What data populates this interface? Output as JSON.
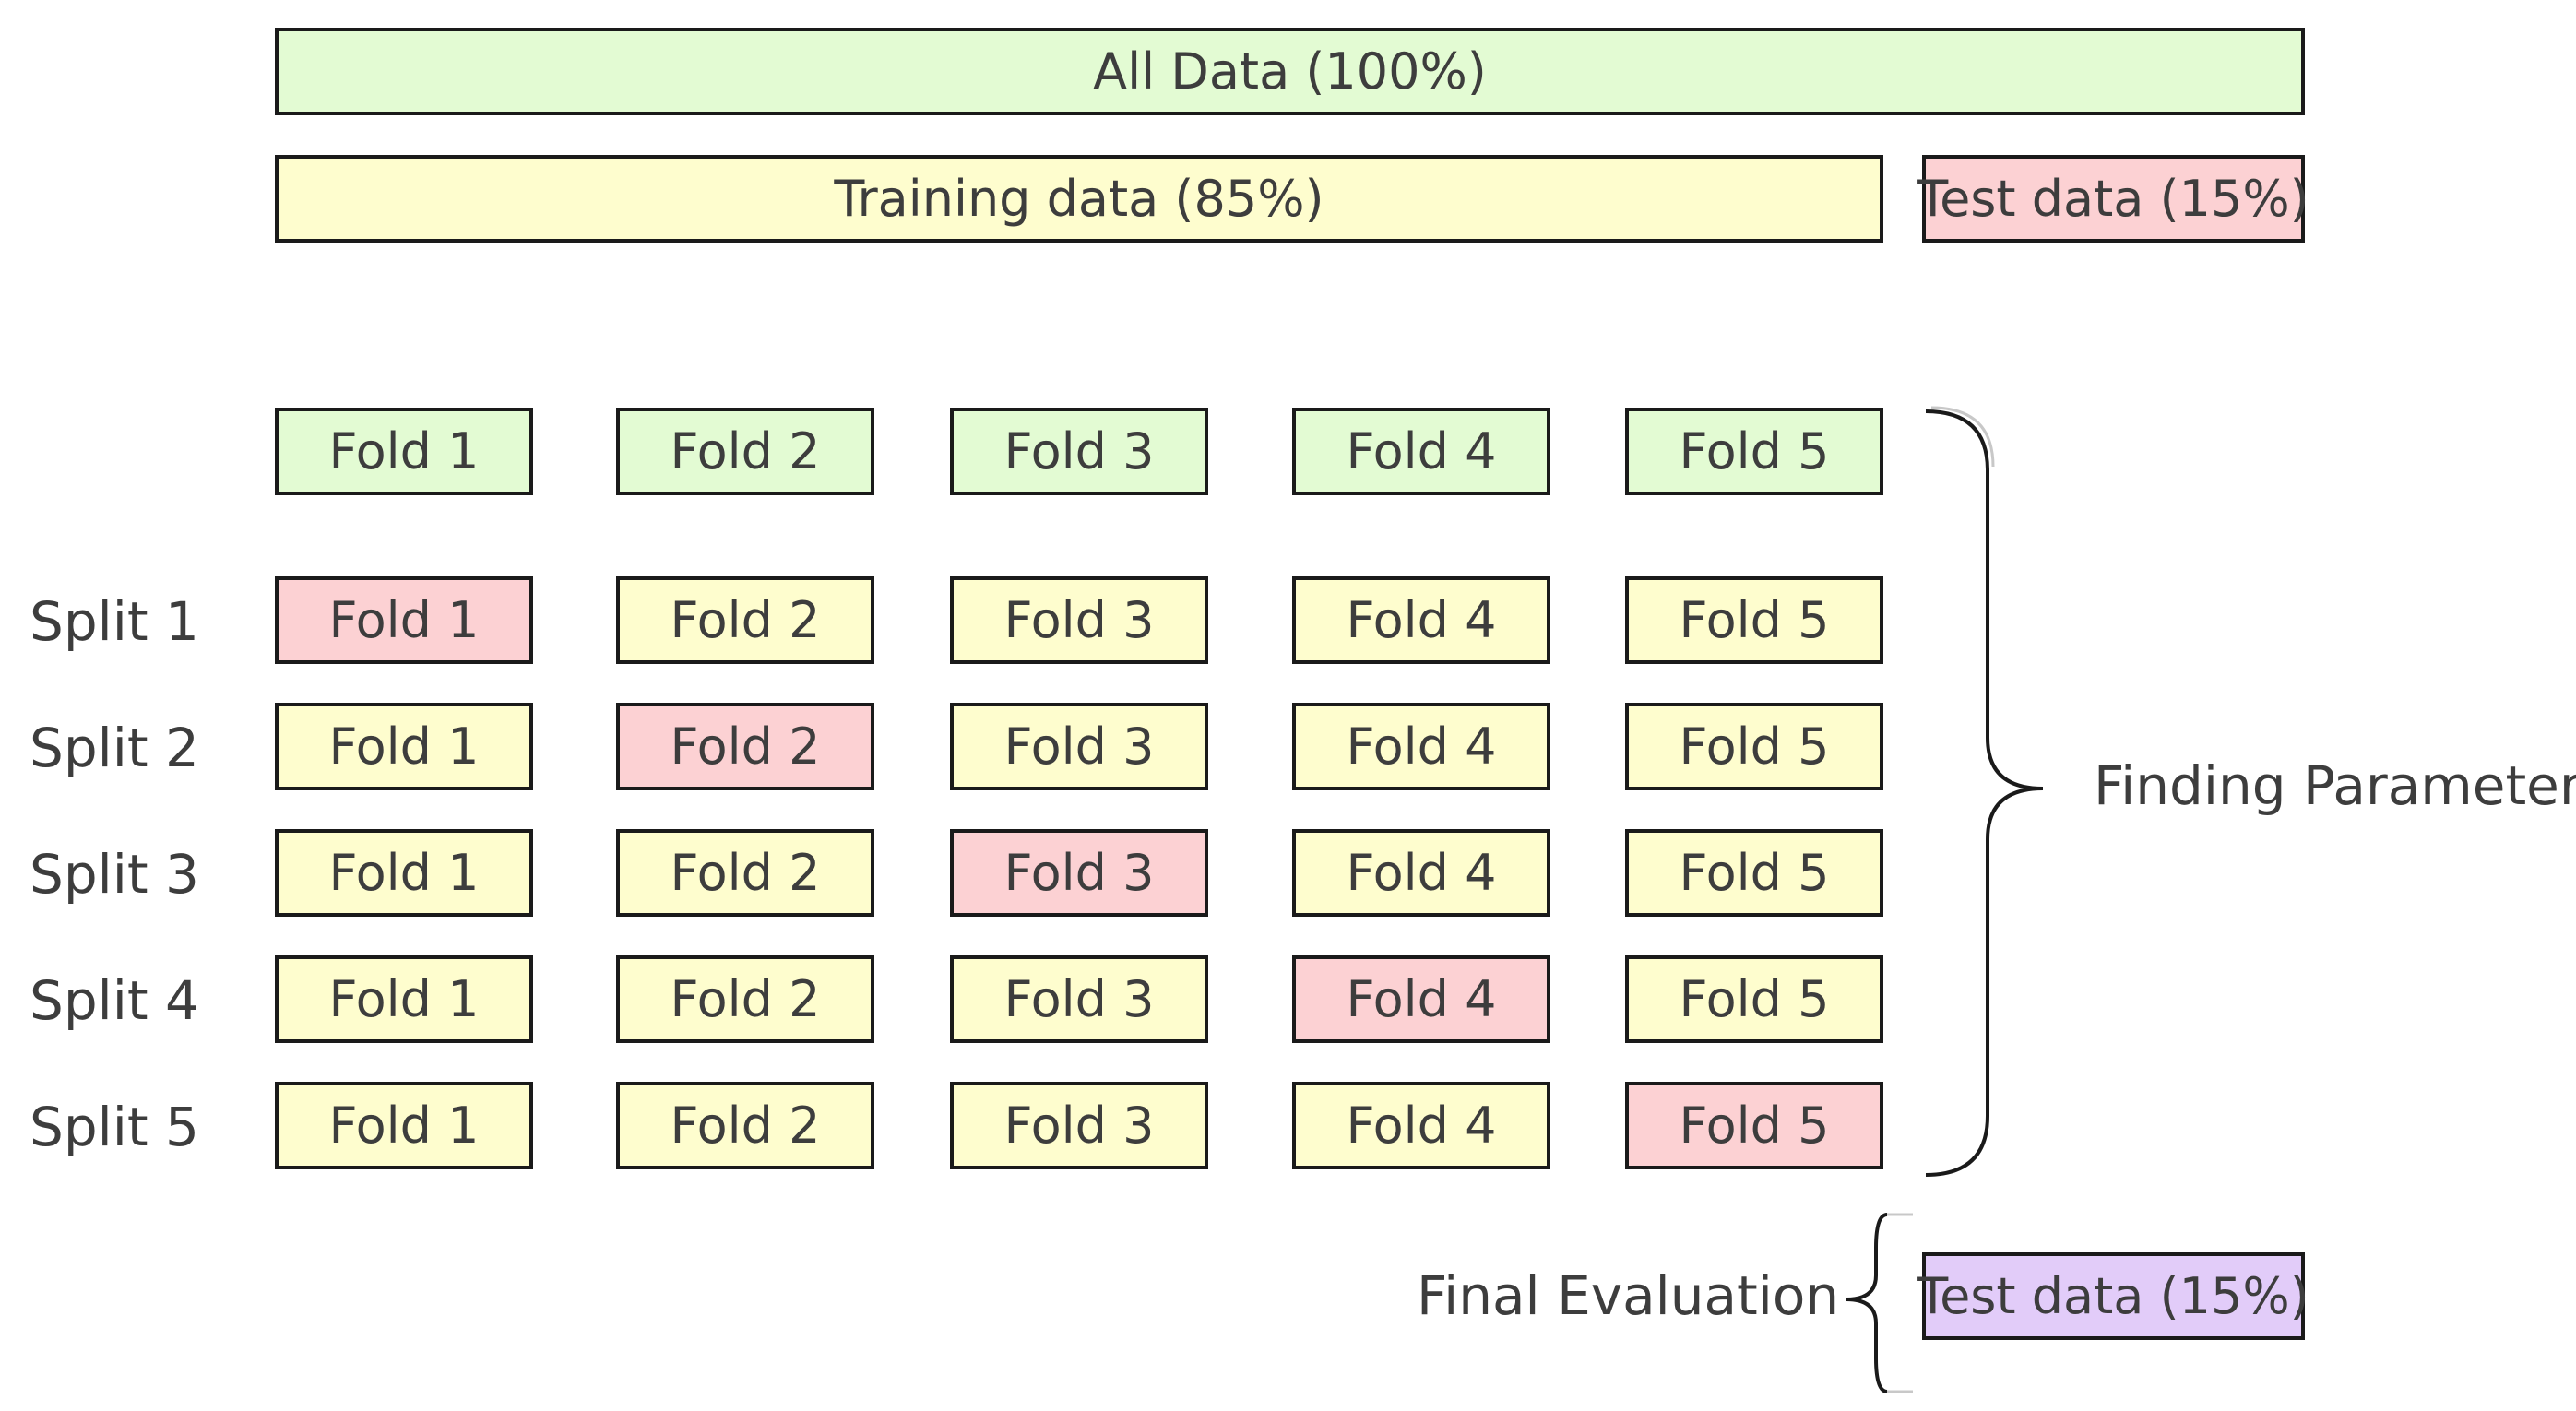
{
  "all_data": "All Data (100%)",
  "training_data": "Training data (85%)",
  "test_data": "Test data (15%)",
  "header_folds": [
    "Fold 1",
    "Fold 2",
    "Fold 3",
    "Fold 4",
    "Fold 5"
  ],
  "splits": [
    {
      "label": "Split 1",
      "folds": [
        "Fold 1",
        "Fold 2",
        "Fold 3",
        "Fold 4",
        "Fold 5"
      ],
      "test_fold": 1
    },
    {
      "label": "Split 2",
      "folds": [
        "Fold 1",
        "Fold 2",
        "Fold 3",
        "Fold 4",
        "Fold 5"
      ],
      "test_fold": 2
    },
    {
      "label": "Split 3",
      "folds": [
        "Fold 1",
        "Fold 2",
        "Fold 3",
        "Fold 4",
        "Fold 5"
      ],
      "test_fold": 3
    },
    {
      "label": "Split 4",
      "folds": [
        "Fold 1",
        "Fold 2",
        "Fold 3",
        "Fold 4",
        "Fold 5"
      ],
      "test_fold": 4
    },
    {
      "label": "Split 5",
      "folds": [
        "Fold 1",
        "Fold 2",
        "Fold 3",
        "Fold 4",
        "Fold 5"
      ],
      "test_fold": 5
    }
  ],
  "finding_parameters": "Finding Parameters",
  "final_evaluation": "Final Evaluation",
  "final_test_data": "Test data (15%)",
  "colors": {
    "all_data": "#e3fbd3",
    "training": "#fefdce",
    "test": "#fcd1d3",
    "final_test": "#e2ccf9",
    "border": "#1a1a1a",
    "text": "#3d3d3d"
  }
}
